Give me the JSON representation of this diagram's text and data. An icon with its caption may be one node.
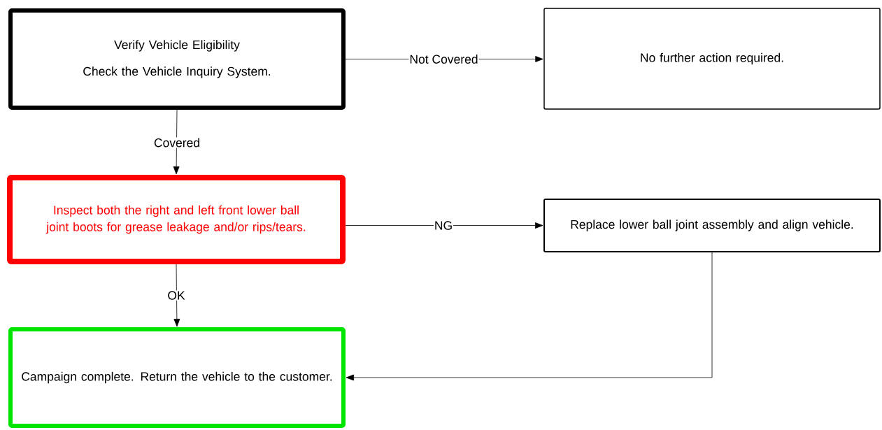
{
  "diagram": {
    "nodes": [
      {
        "text": [
          "Verify Vehicle Eligibility",
          "Check the Vehicle Inquiry System."
        ]
      },
      {
        "text": [
          "No further action required."
        ]
      },
      {
        "text": [
          "Inspect both the right and left front lower ball joint boots for grease leakage and/or rips/tears."
        ]
      },
      {
        "text": [
          "Replace lower ball joint assembly and align vehicle."
        ]
      },
      {
        "text": [
          "Campaign complete. Return the vehicle to the customer."
        ]
      }
    ],
    "edges": [
      {
        "from": 0,
        "to": 1,
        "arrow": "to",
        "label": "Not Covered"
      },
      {
        "from": 0,
        "to": 2,
        "arrow": "to",
        "label": "Covered"
      },
      {
        "from": 2,
        "to": 3,
        "arrow": "to",
        "label": "NG"
      },
      {
        "from": 2,
        "to": 4,
        "arrow": "to",
        "label": "OK"
      },
      {
        "from": 3,
        "to": 4,
        "arrow": "to"
      }
    ]
  }
}
